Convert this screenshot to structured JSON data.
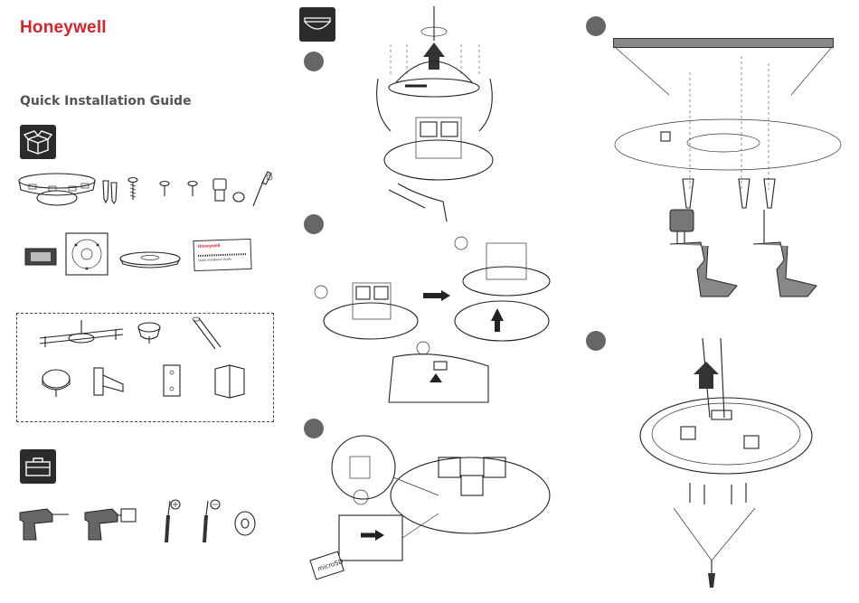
{
  "brand": {
    "logo_text": "Honeywell",
    "color": "#d8232a"
  },
  "title": "Quick Installation Guide",
  "sections": {
    "package_icon": "package-contents-icon",
    "toolbox_icon": "toolbox-icon",
    "mount_icon": "dome-camera-icon"
  },
  "quickguide_card": {
    "brand": "Honeywell",
    "caption": "Quick Installation Guide"
  },
  "sd_card_label": "microSD"
}
